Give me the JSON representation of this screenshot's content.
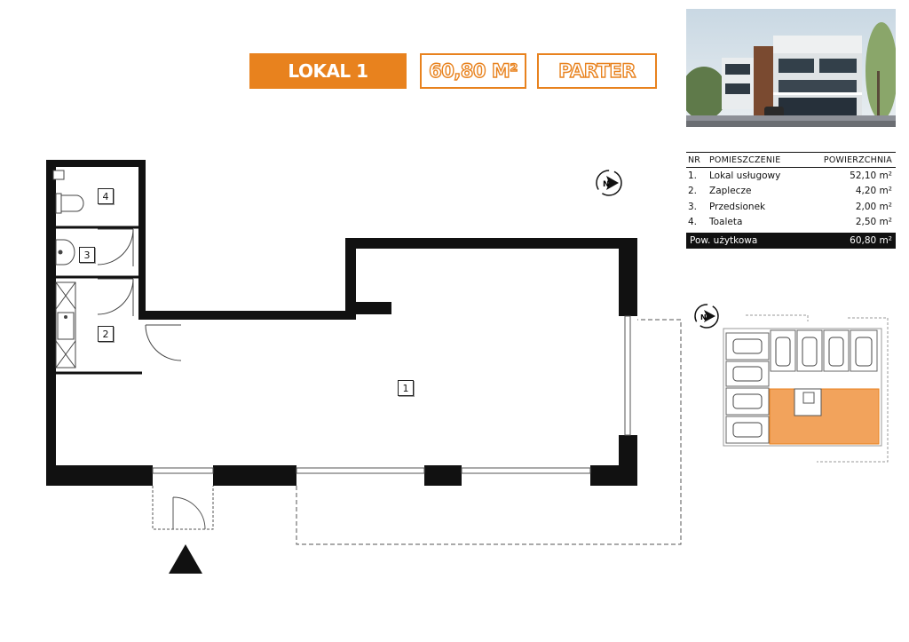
{
  "header": {
    "unit_label": "LOKAL 1",
    "area_label": "60,80 M²",
    "floor_label": "PARTER"
  },
  "room_table": {
    "headers": {
      "nr": "NR",
      "room": "POMIESZCZENIE",
      "area": "POWIERZCHNIA"
    },
    "rows": [
      {
        "nr": "1.",
        "name": "Lokal usługowy",
        "area": "52,10 m²"
      },
      {
        "nr": "2.",
        "name": "Zaplecze",
        "area": "4,20 m²"
      },
      {
        "nr": "3.",
        "name": "Przedsionek",
        "area": "2,00 m²"
      },
      {
        "nr": "4.",
        "name": "Toaleta",
        "area": "2,50 m²"
      }
    ],
    "total": {
      "label": "Pow. użytkowa",
      "area": "60,80 m²"
    }
  },
  "plan_labels": {
    "room1": "1",
    "room2": "2",
    "room3": "3",
    "room4": "4"
  },
  "compass_letter": "N",
  "colors": {
    "accent": "#e8821e",
    "wall": "#111111",
    "highlight": "#f2a35c"
  }
}
